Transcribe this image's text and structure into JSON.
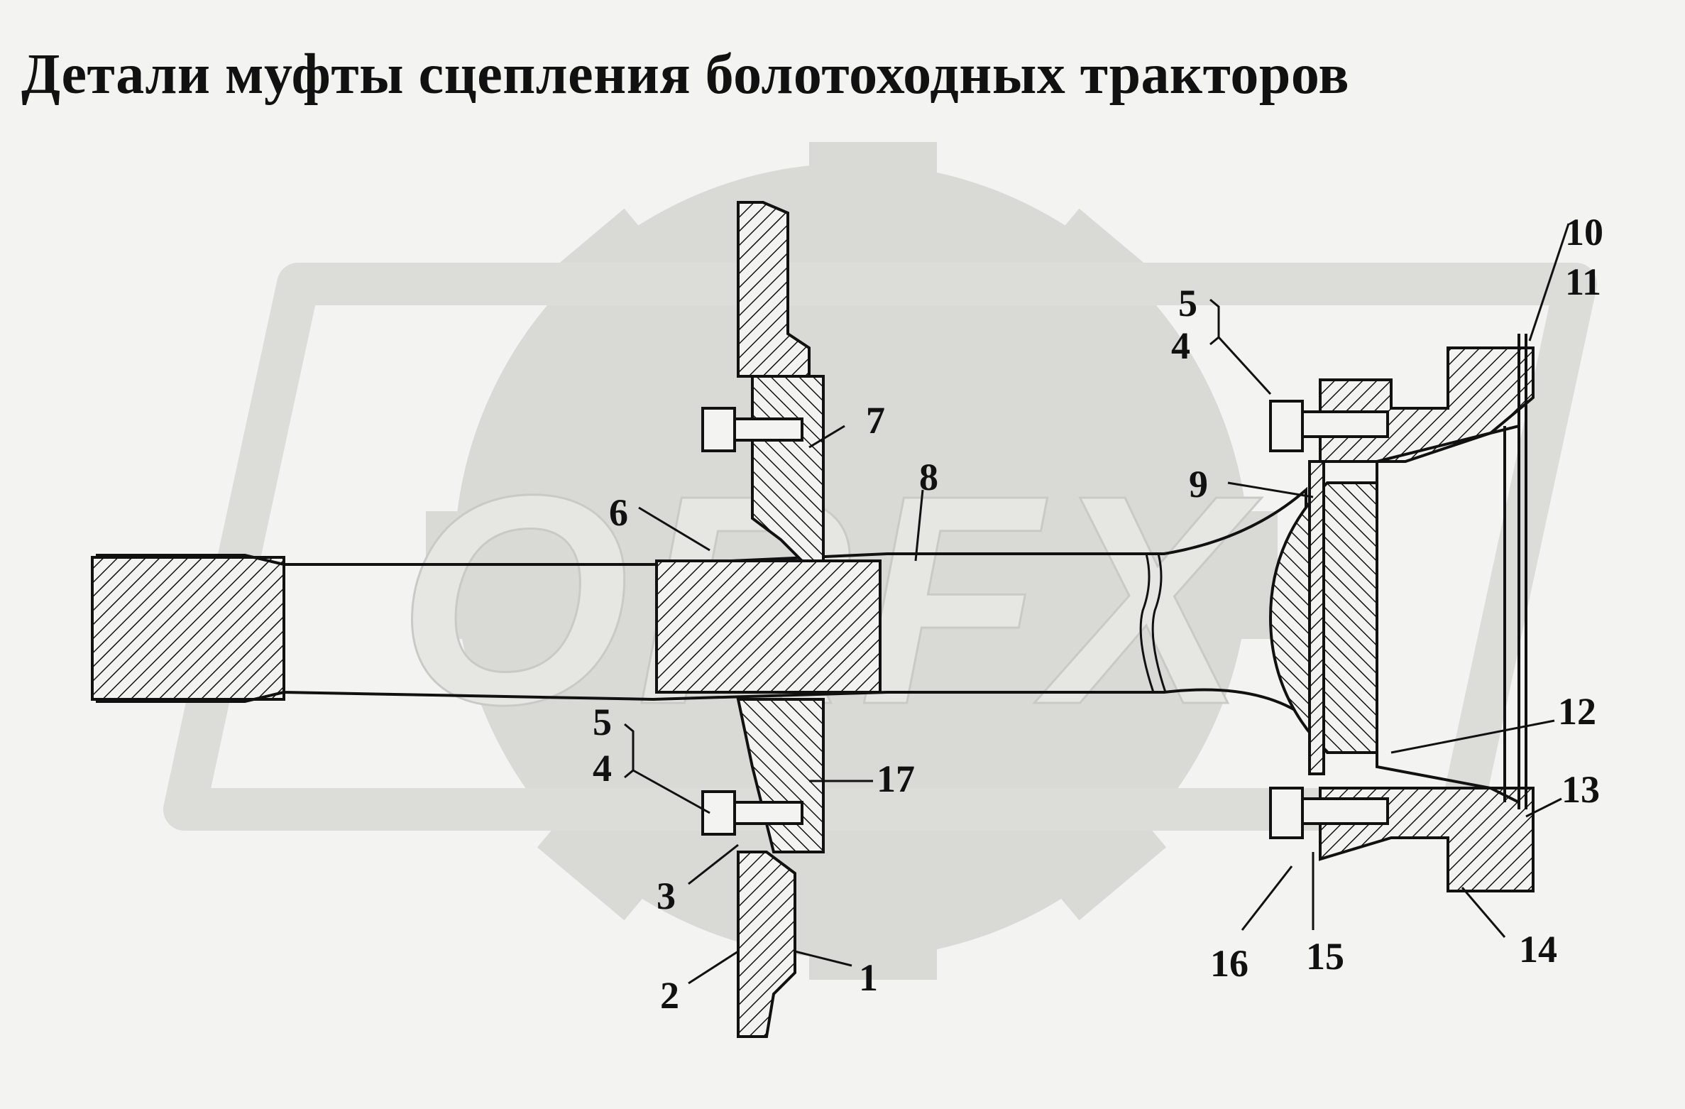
{
  "title": "Детали муфты сцепления болотоходных тракторов",
  "watermark": {
    "text": "ORFX",
    "icon": "gear-icon",
    "color": "#d9d9d6"
  },
  "callouts": {
    "c1": "1",
    "c2": "2",
    "c3": "3",
    "c4a": "4",
    "c5a": "5",
    "c4b": "4",
    "c5b": "5",
    "c6": "6",
    "c7": "7",
    "c8": "8",
    "c9": "9",
    "c10": "10",
    "c11": "11",
    "c12": "12",
    "c13": "13",
    "c14": "14",
    "c15": "15",
    "c16": "16",
    "c17": "17"
  },
  "colors": {
    "ink": "#111111",
    "background": "#f3f3f1"
  }
}
